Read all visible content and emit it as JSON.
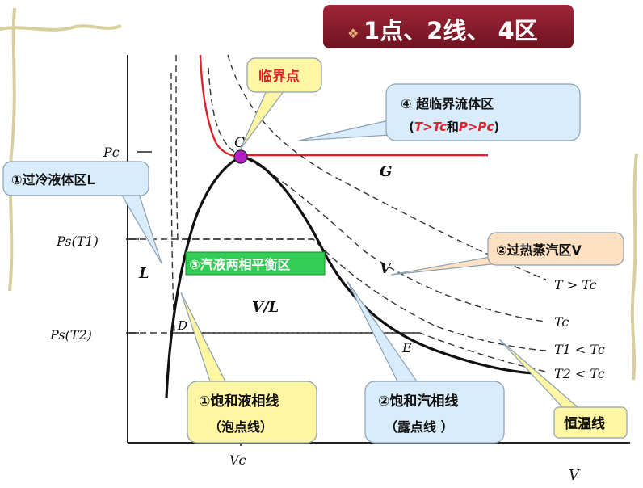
{
  "header": {
    "text": "1点、2线、 4区",
    "bullet": "❖"
  },
  "axes": {
    "x_label": "V",
    "y_ticks": {
      "pc": "Pc",
      "ps1": "Ps(T1)",
      "ps2": "Ps(T2)"
    },
    "x_ticks": {
      "vc": "Vc"
    }
  },
  "point_labels": {
    "C": "C",
    "G": "G",
    "L": "L",
    "V": "V",
    "VL": "V/L",
    "D": "D",
    "E": "E"
  },
  "isotherms": {
    "t_gt": "T > Tc",
    "tc": "Tc",
    "t1": "T1 < Tc",
    "t2": "T2 < Tc"
  },
  "callouts": {
    "critical_point": "临界点",
    "supercritical_line1": "④ 超临界流体区",
    "supercritical_line2_pre": "(",
    "supercritical_line2_a": "T>Tc",
    "supercritical_line2_mid": "和",
    "supercritical_line2_b": "P>Pc",
    "supercritical_line2_post": ")",
    "subcooled": "①过冷液体区L",
    "superheated": "②过热蒸汽区V",
    "two_phase": "③汽液两相平衡区",
    "sat_liquid_line1": "①饱和液相线",
    "sat_liquid_line2": "（泡点线）",
    "sat_vapor_line1": "②饱和汽相线",
    "sat_vapor_line2": "（露点线 ）",
    "isotherm_box": "恒温线"
  },
  "colors": {
    "header_bg": "#8b1a2a",
    "critical_curve": "#e0202a",
    "yellow_fill": "#fff6a3",
    "blue_fill": "#d8ecfb",
    "orange_fill": "#fde1c2",
    "green_fill": "#33cc55",
    "point_c": "#b51ec9"
  }
}
